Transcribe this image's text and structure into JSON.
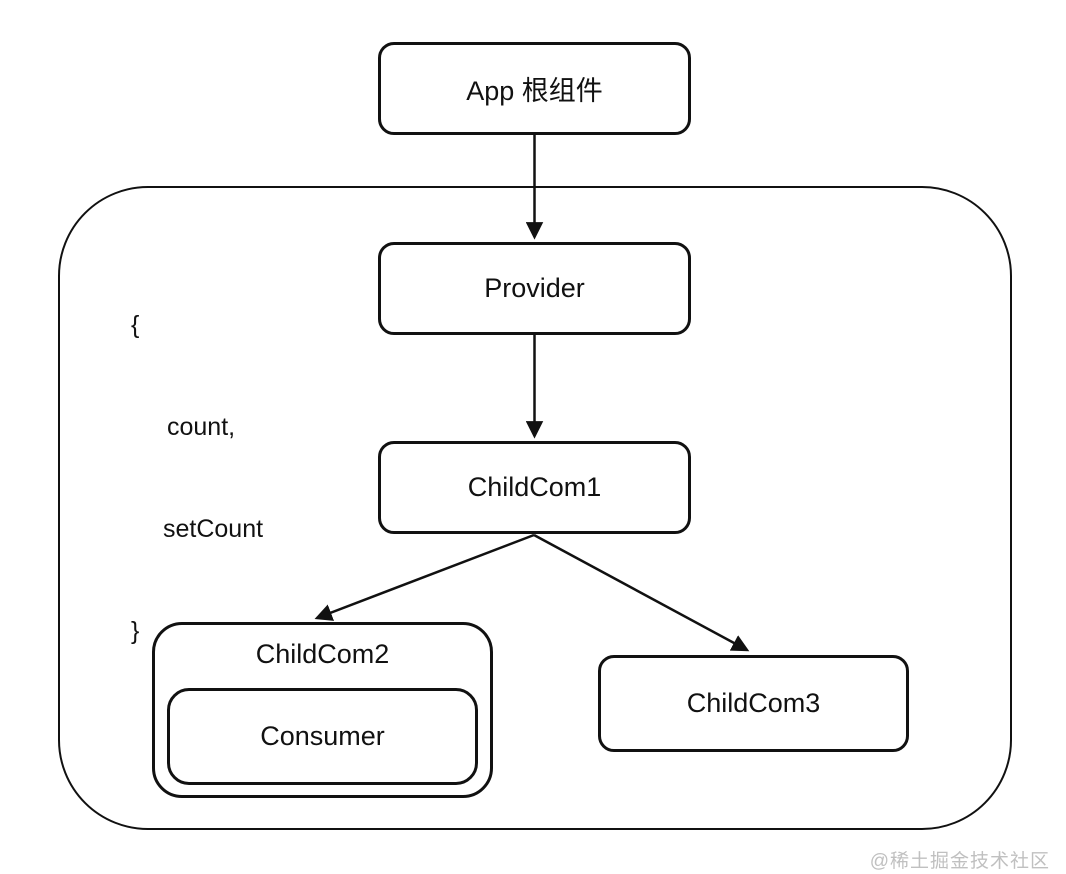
{
  "diagram": {
    "title_node": "App 根组件",
    "nodes": {
      "app_root": {
        "label": "App 根组件"
      },
      "provider": {
        "label": "Provider"
      },
      "childcom1": {
        "label": "ChildCom1"
      },
      "childcom2": {
        "label": "ChildCom2"
      },
      "consumer": {
        "label": "Consumer"
      },
      "childcom3": {
        "label": "ChildCom3"
      }
    },
    "edges": [
      {
        "from": "app_root",
        "to": "provider"
      },
      {
        "from": "provider",
        "to": "childcom1"
      },
      {
        "from": "childcom1",
        "to": "childcom2"
      },
      {
        "from": "childcom1",
        "to": "childcom3"
      }
    ],
    "context_annotation": {
      "line1": "{",
      "line2": "count,",
      "line3": "setCount",
      "line4": "}"
    },
    "watermark": "@稀土掘金技术社区",
    "colors": {
      "stroke": "#111111",
      "background": "#ffffff",
      "watermark": "#c0c0c0"
    }
  }
}
